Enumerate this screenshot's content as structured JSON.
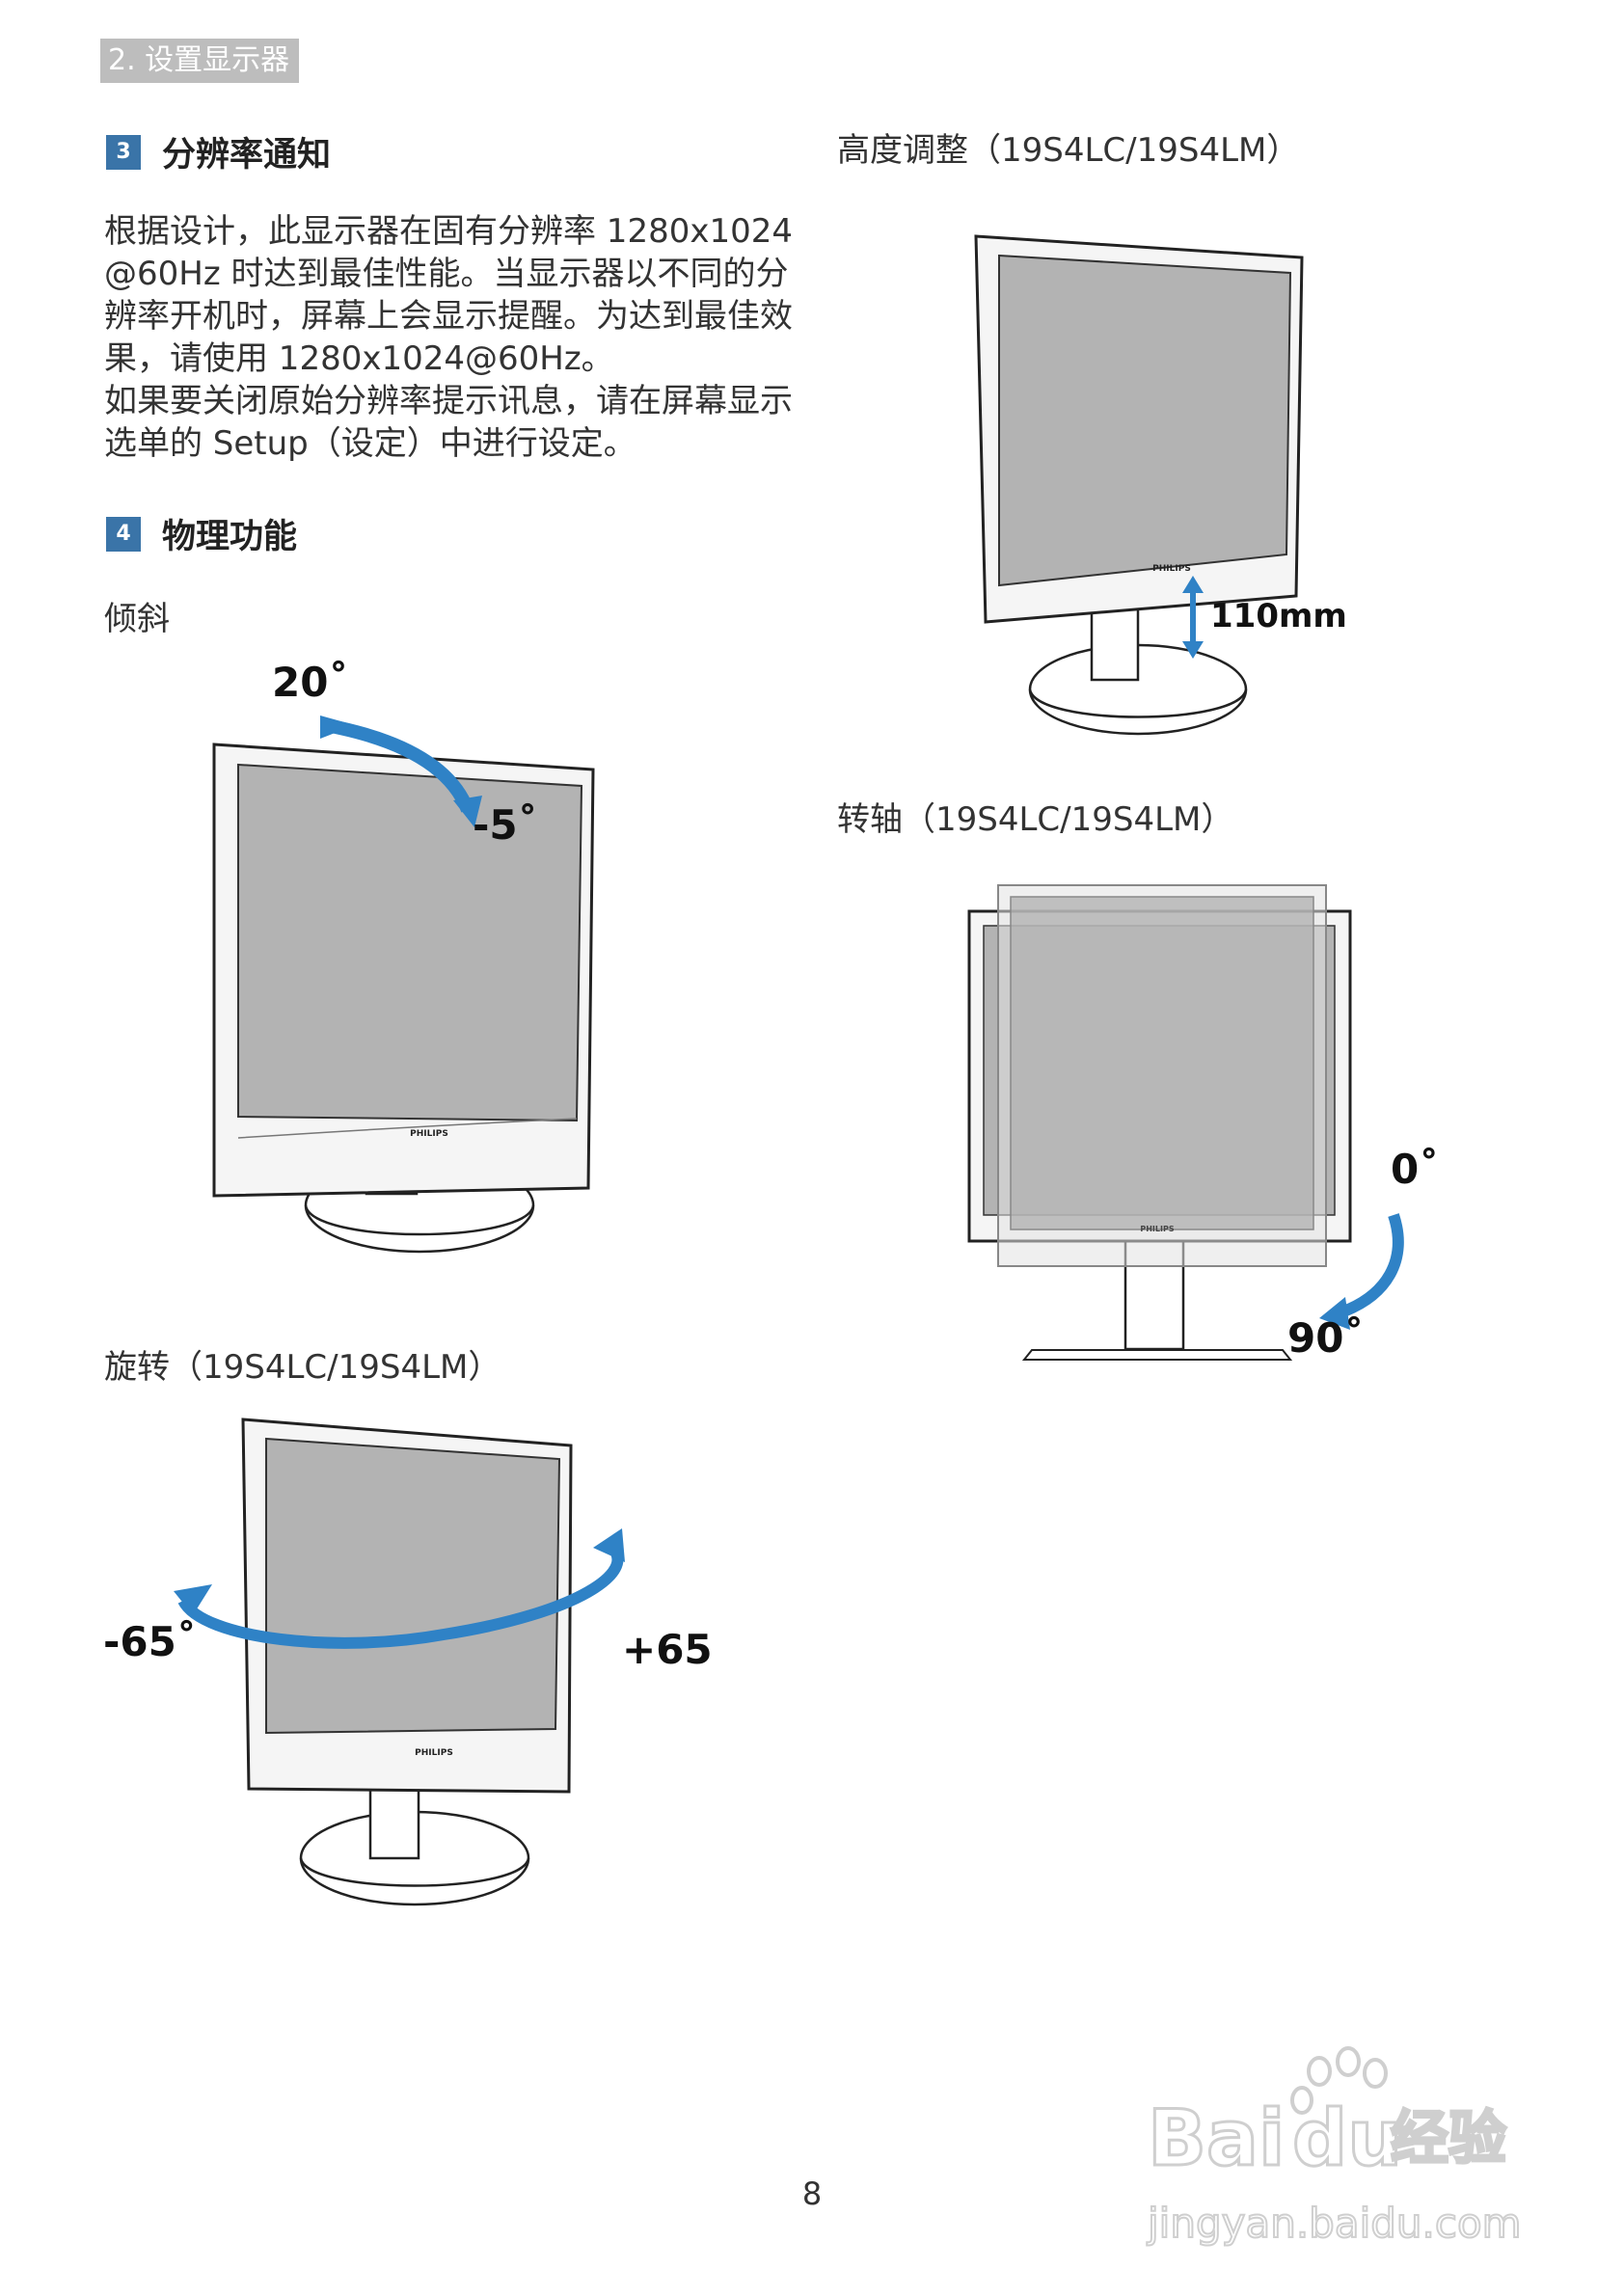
{
  "header": {
    "chapter": "2. 设置显示器"
  },
  "section3": {
    "number": "3",
    "title": "分辨率通知",
    "paragraph1": "根据设计，此显示器在固有分辨率 1280x1024 @60Hz 时达到最佳性能。当显示器以不同的分辨率开机时，屏幕上会显示提醒。为达到最佳效果，请使用 1280x1024@60Hz。",
    "paragraph2": "如果要关闭原始分辨率提示讯息，请在屏幕显示选单的 Setup（设定）中进行设定。"
  },
  "section4": {
    "number": "4",
    "title": "物理功能"
  },
  "tilt": {
    "label": "倾斜",
    "angle_up": "20˚",
    "angle_down": "-5˚"
  },
  "swivel": {
    "label": "旋转（19S4LC/19S4LM）",
    "angle_left": "-65˚",
    "angle_right": "+65˚"
  },
  "height": {
    "label": "高度调整（19S4LC/19S4LM）",
    "value": "110mm"
  },
  "pivot": {
    "label": "转轴（19S4LC/19S4LM）",
    "angle_start": "0˚",
    "angle_end": "90˚"
  },
  "brand": {
    "logo": "PHILIPS"
  },
  "footer": {
    "page_number": "8"
  },
  "watermark": {
    "line1": "Bai",
    "line2": "du",
    "line3": "经验",
    "line4": "jingyan.baidu.com"
  }
}
